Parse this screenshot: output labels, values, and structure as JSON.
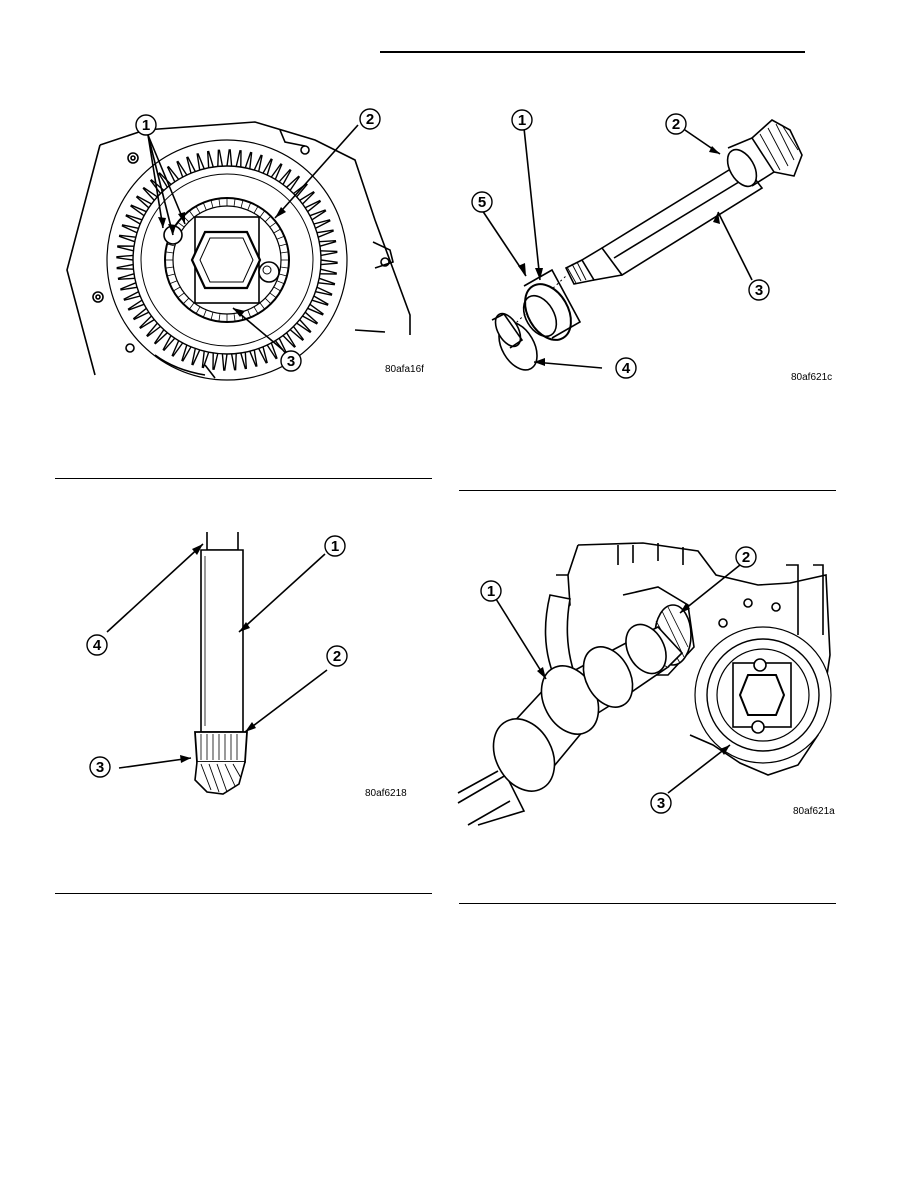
{
  "figures": [
    {
      "id": "80afa16f",
      "callouts": [
        "1",
        "2",
        "3"
      ]
    },
    {
      "id": "80af621c",
      "callouts": [
        "1",
        "2",
        "3",
        "4",
        "5"
      ]
    },
    {
      "id": "80af6218",
      "callouts": [
        "1",
        "2",
        "3",
        "4"
      ]
    },
    {
      "id": "80af621a",
      "callouts": [
        "1",
        "2",
        "3"
      ]
    }
  ]
}
